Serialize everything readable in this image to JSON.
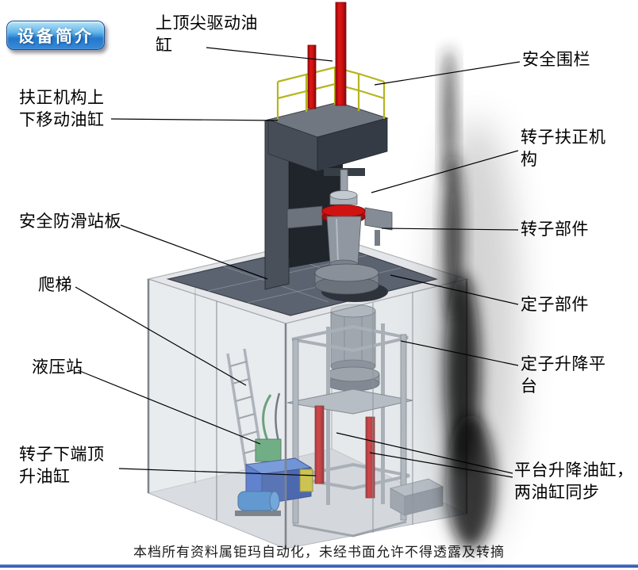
{
  "badge": {
    "label": "设备简介"
  },
  "labels": {
    "top_drive_cylinder": "上顶尖驱动油缸",
    "safety_fence": "安全围栏",
    "centering_lift_cylinder": "扶正机构上下移动油缸",
    "rotor_centering_mechanism": "转子扶正机构",
    "anti_slip_platform": "安全防滑站板",
    "rotor_component": "转子部件",
    "ladder": "爬梯",
    "stator_component": "定子部件",
    "hydraulic_station": "液压站",
    "stator_lift_platform": "定子升降平台",
    "rotor_bottom_jack_cylinder": "转子下端顶升油缸",
    "platform_lift_cylinders": "平台升降油缸，两油缸同步"
  },
  "footer": {
    "text": "本档所有资料属钜玛自动化，未经书面允许不得透露及转摘"
  },
  "colors": {
    "badge_blue": "#2277cc",
    "cylinder_red": "#cf1212",
    "railing_yellow": "#b5b520",
    "hydraulic_tank_blue": "#2c5ccc",
    "pump_green": "#46a05e",
    "accumulator_yellow": "#d8ca25",
    "plate_gray": "#5b6370",
    "bottom_bar_blue": "#2c4da0"
  }
}
